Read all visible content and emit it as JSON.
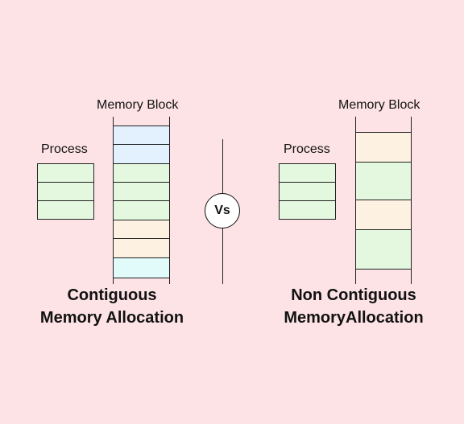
{
  "left": {
    "memory_label": "Memory Block",
    "process_label": "Process",
    "title_line1": "Contiguous",
    "title_line2": "Memory Allocation"
  },
  "right": {
    "memory_label": "Memory Block",
    "process_label": "Process",
    "title_line1": "Non Contiguous",
    "title_line2": "MemoryAllocation"
  },
  "vs_label": "Vs",
  "colors": {
    "background": "#fde3e6",
    "green": "#e4f7df",
    "blue": "#e2f1fd",
    "peach": "#fdf1e2",
    "cyan": "#e1fbfb"
  }
}
